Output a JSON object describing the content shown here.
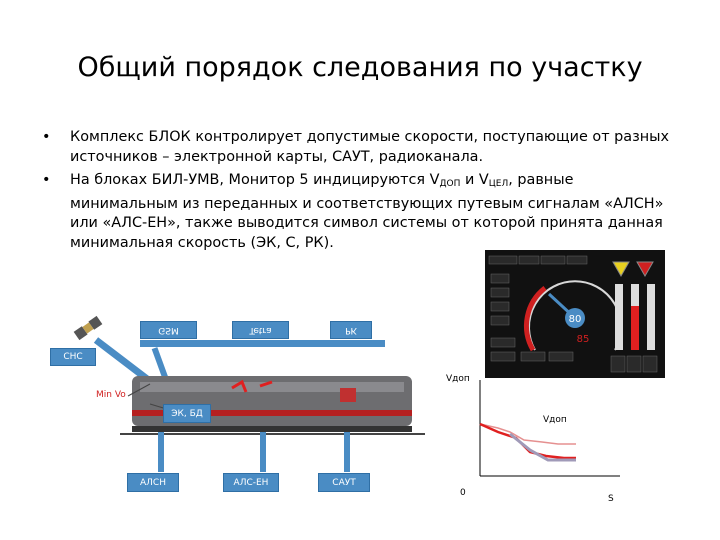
{
  "slide": {
    "title": "Общий порядок следования по участку",
    "bullets": [
      {
        "text": "Комплекс БЛОК контролирует допустимые скорости, поступающие от разных источников – электронной карты, САУТ, радиоканала."
      },
      {
        "part1": "На блоках БИЛ-УМВ, Монитор 5 индицируются V",
        "sub1": "ДОП",
        "part2": " и V",
        "sub2": "ЦЕЛ",
        "part3": ", равные минимальным из переданных и соответствующих путевым сигналам «АЛСН» или «АЛС-ЕН», также выводится символ  системы от которой принята данная минимальная скорость (ЭК, С, РК)."
      }
    ]
  },
  "diagram": {
    "top_boxes": [
      "GSM",
      "Tetra",
      "РК"
    ],
    "sns_label": "СНС",
    "min_vo_label": "Min Vo",
    "ek_bd_label": "ЭК, БД",
    "bottom_boxes": [
      "АЛСН",
      "АЛС-ЕН",
      "САУТ"
    ]
  },
  "monitor": {
    "speed_current": "80",
    "speed_limit": "85"
  },
  "graph": {
    "y_axis_label": "Vдоп",
    "curve_label": "Vдоп",
    "origin_label": "0",
    "x_axis_label": "S"
  },
  "colors": {
    "box_blue": "#4a8cc4",
    "curve_red": "#e02020",
    "curve_gray": "#a09ab8",
    "curve_pink": "#e59090"
  }
}
